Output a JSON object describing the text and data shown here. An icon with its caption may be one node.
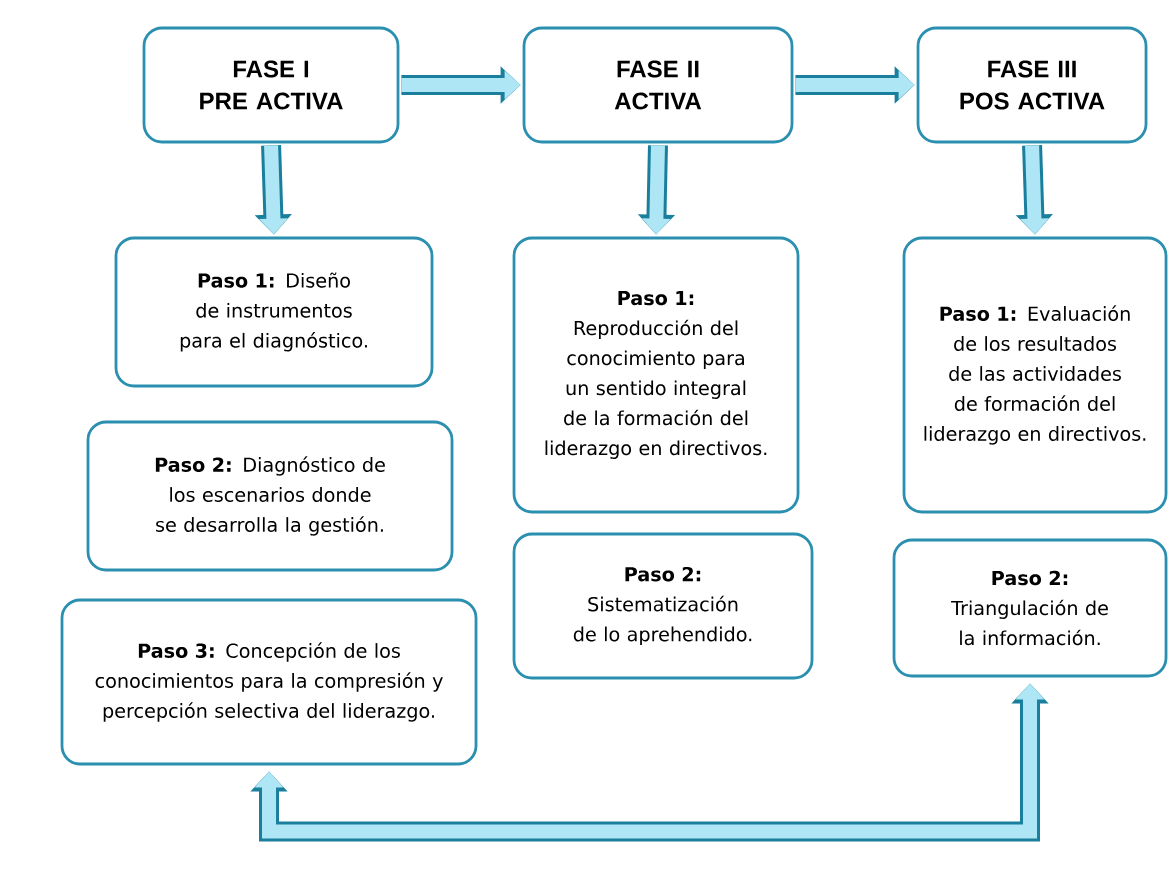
{
  "diagram": {
    "nodes": [
      {
        "text": [
          "FASE I",
          "PRE ACTIVA"
        ]
      },
      {
        "text": [
          "FASE II",
          "ACTIVA"
        ]
      },
      {
        "text": [
          "FASE III",
          "POS ACTIVA"
        ]
      },
      {
        "text": [
          "Paso 1:",
          "Diseño de instrumentos para el diagnóstico."
        ]
      },
      {
        "text": [
          "Paso 2:",
          "Diagnóstico de los escenarios donde se desarrolla la gestión."
        ]
      },
      {
        "text": [
          "Paso 3:",
          "Concepción de los conocimientos para la compresión y percepción selectiva del liderazgo."
        ]
      },
      {
        "text": [
          "Paso 1:",
          "Reproducción del conocimiento para un sentido integral de la formación del liderazgo en directivos."
        ]
      },
      {
        "text": [
          "Paso 2:",
          "Sistematización de lo aprehendido."
        ]
      },
      {
        "text": [
          "Paso 1:",
          "Evaluación de los resultados de las actividades de formación del liderazgo en directivos."
        ]
      },
      {
        "text": [
          "Paso 2:",
          "Triangulación de la información."
        ]
      }
    ],
    "edges": [
      {
        "from": 0,
        "to": 1,
        "arrow": "to"
      },
      {
        "from": 1,
        "to": 2,
        "arrow": "to"
      },
      {
        "from": 0,
        "to": 3,
        "arrow": "to"
      },
      {
        "from": 1,
        "to": 6,
        "arrow": "to"
      },
      {
        "from": 2,
        "to": 8,
        "arrow": "to"
      },
      {
        "from": 5,
        "to": 9,
        "arrow": "both"
      }
    ]
  }
}
